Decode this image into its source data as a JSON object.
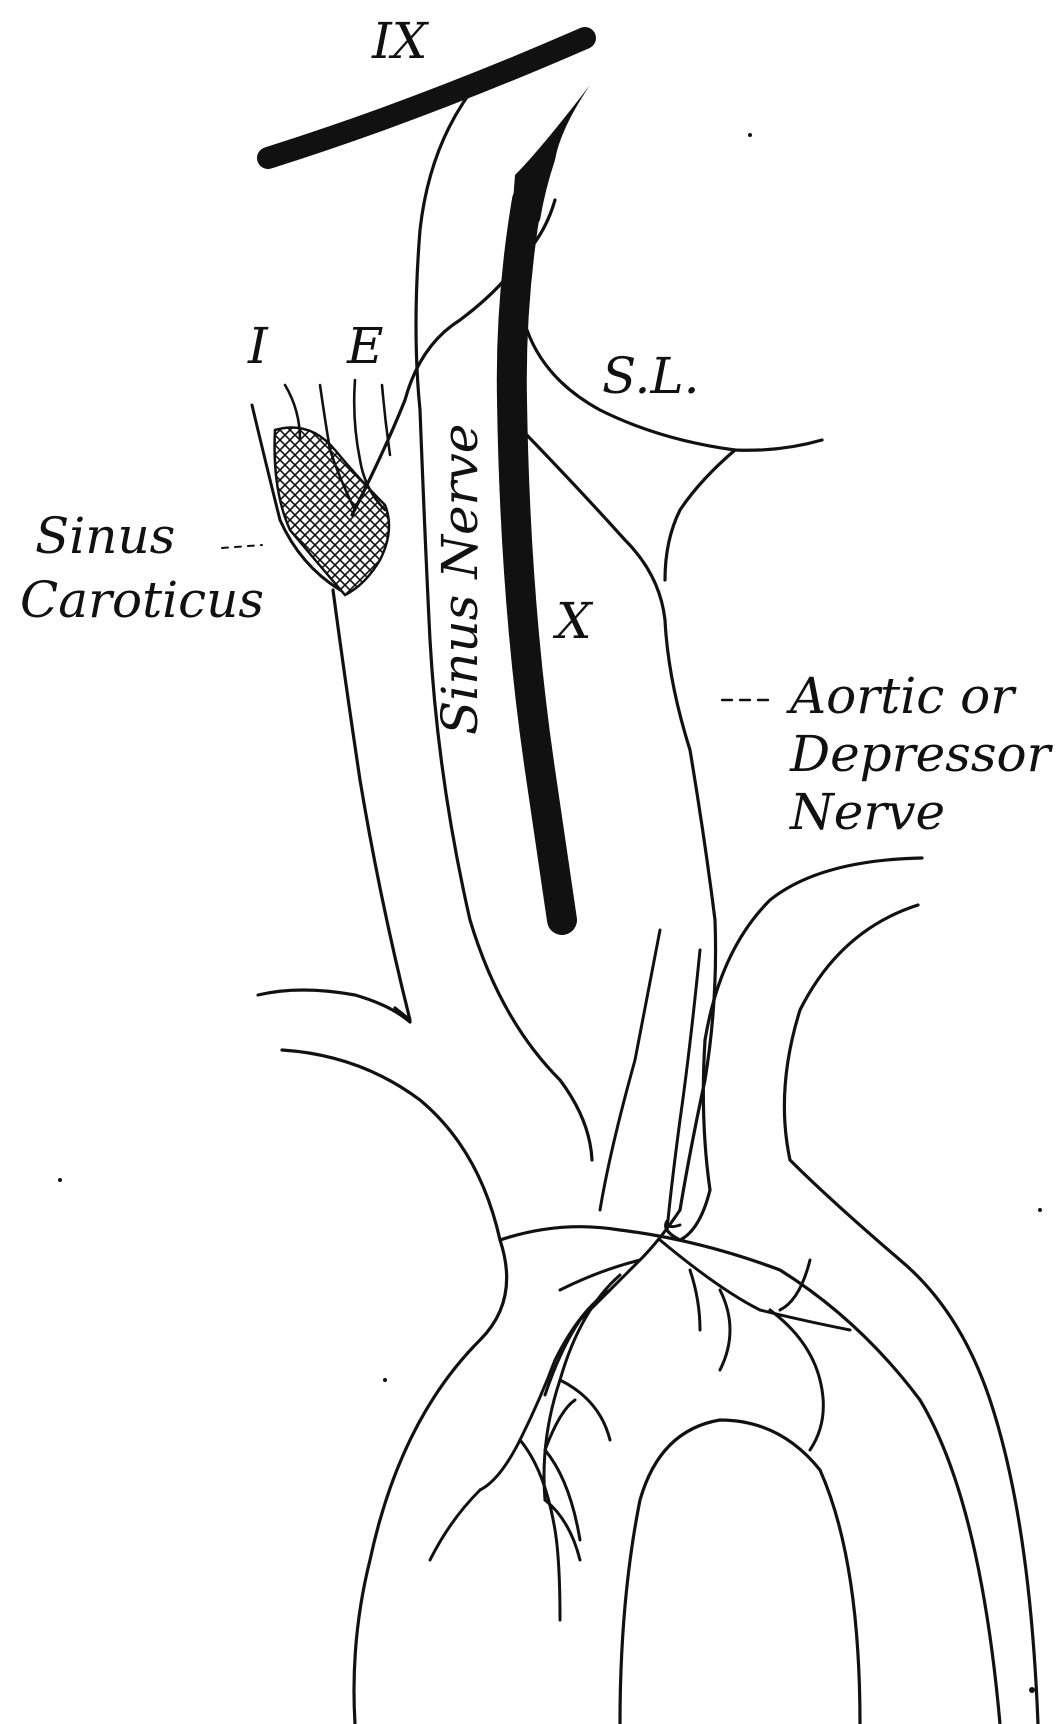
{
  "labels": {
    "glossopharyngeal": "IX",
    "inspiratory": "I",
    "expiratory": "E",
    "superior_laryngeal": "S.L.",
    "sinus_nerve": "Sinus Nerve",
    "vagus": "X",
    "sinus_caroticus_line1": "Sinus",
    "sinus_caroticus_line2": "Caroticus",
    "aortic_line1": "Aortic or",
    "aortic_line2": "Depressor",
    "aortic_line3": "Nerve"
  },
  "colors": {
    "ink": "#111111",
    "paper": "#ffffff"
  }
}
